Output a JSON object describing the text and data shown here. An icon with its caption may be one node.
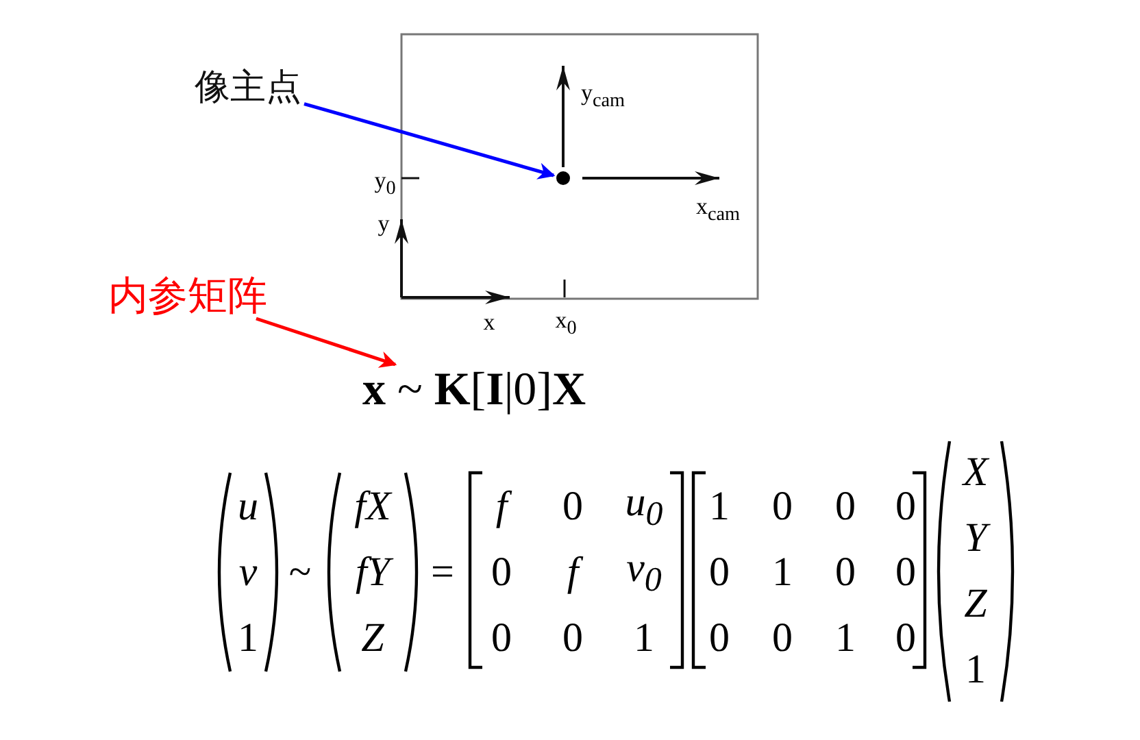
{
  "diagram": {
    "nodes": [
      {
        "text": [
          "像主点"
        ]
      },
      {
        "text": [],
        "shape": "circle"
      },
      {
        "text": [
          "内参矩阵"
        ]
      },
      {
        "text": [
          "**x** ~ **K**[**I**|0]**X**"
        ]
      }
    ],
    "edges": [
      {
        "from": 0,
        "to": 1,
        "arrow": "to",
        "color": "#0000ff"
      },
      {
        "from": 2,
        "to": 3,
        "arrow": "to",
        "color": "#ff0000"
      }
    ],
    "labels": [
      "y$_{cam}$",
      "y$_{0}$",
      "x$_{cam}$",
      "y",
      "x",
      "x$_{0}$",
      "u",
      "v",
      "1",
      "~",
      "fX",
      "fY",
      "Z",
      "=",
      "f",
      "0",
      "u$_{0}$",
      "0",
      "f",
      "v$_{0}$",
      "0",
      "0",
      "1",
      "1",
      "0",
      "0",
      "0",
      "0",
      "1",
      "0",
      "0",
      "0",
      "0",
      "1",
      "0",
      "X",
      "Y",
      "Z",
      "1"
    ]
  }
}
